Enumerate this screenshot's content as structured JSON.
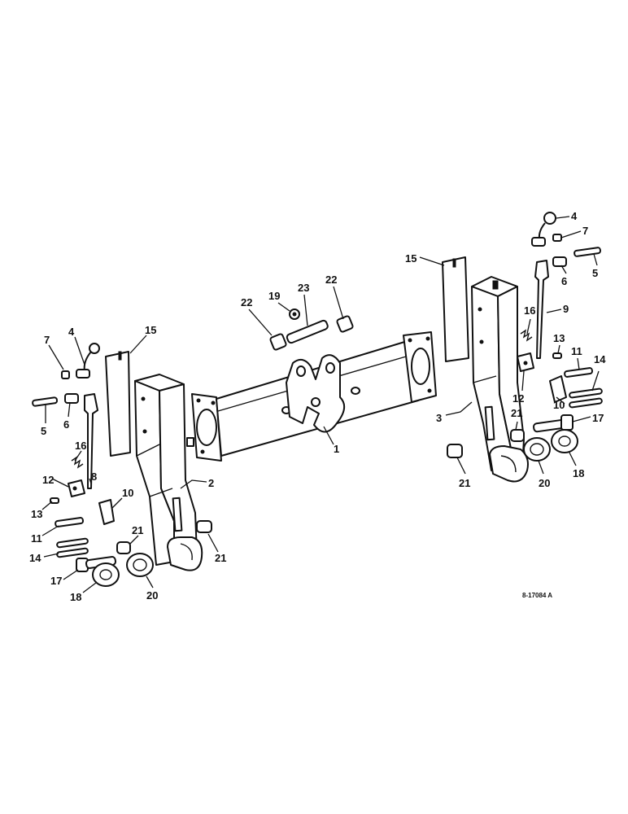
{
  "drawing_ref": "8-17084 A",
  "callouts": {
    "c1": "1",
    "c2": "2",
    "c3": "3",
    "c4l": "4",
    "c4r": "4",
    "c5l": "5",
    "c5r": "5",
    "c6l": "6",
    "c6r": "6",
    "c7l": "7",
    "c7r": "7",
    "c8": "8",
    "c9": "9",
    "c10l": "10",
    "c10r": "10",
    "c11l": "11",
    "c11r": "11",
    "c12l": "12",
    "c12r": "12",
    "c13l": "13",
    "c13r": "13",
    "c14l": "14",
    "c14r": "14",
    "c15l": "15",
    "c15r": "15",
    "c16l": "16",
    "c16r": "16",
    "c17l": "17",
    "c17r": "17",
    "c18l": "18",
    "c18r": "18",
    "c19": "19",
    "c20l": "20",
    "c20r": "20",
    "c21a": "21",
    "c21b": "21",
    "c21c": "21",
    "c21d": "21",
    "c22a": "22",
    "c22b": "22",
    "c23": "23"
  }
}
